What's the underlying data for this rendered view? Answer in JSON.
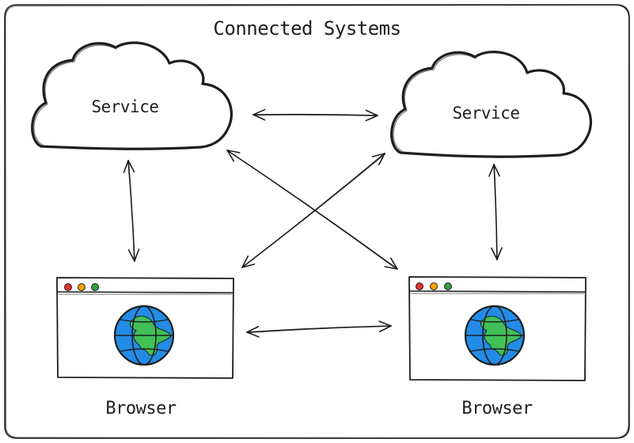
{
  "diagram": {
    "title": "Connected Systems",
    "services": [
      {
        "label": "Service"
      },
      {
        "label": "Service"
      }
    ],
    "browsers": [
      {
        "label": "Browser",
        "window_controls": [
          "red-dot-icon",
          "yellow-dot-icon",
          "green-dot-icon"
        ],
        "content_icon": "globe-icon"
      },
      {
        "label": "Browser",
        "window_controls": [
          "red-dot-icon",
          "yellow-dot-icon",
          "green-dot-icon"
        ],
        "content_icon": "globe-icon"
      }
    ],
    "connections": [
      {
        "from": "service-left",
        "to": "service-right",
        "direction": "both"
      },
      {
        "from": "service-left",
        "to": "browser-left",
        "direction": "both"
      },
      {
        "from": "service-right",
        "to": "browser-right",
        "direction": "both"
      },
      {
        "from": "browser-left",
        "to": "browser-right",
        "direction": "both"
      },
      {
        "from": "service-left",
        "to": "browser-right",
        "direction": "both"
      },
      {
        "from": "service-right",
        "to": "browser-left",
        "direction": "both"
      }
    ],
    "colors": {
      "stroke": "#1e1e1e",
      "dot_red": "#e03131",
      "dot_yellow": "#f59f00",
      "dot_green": "#2f9e44",
      "globe_ocean": "#228be6",
      "globe_land": "#40c057"
    }
  }
}
